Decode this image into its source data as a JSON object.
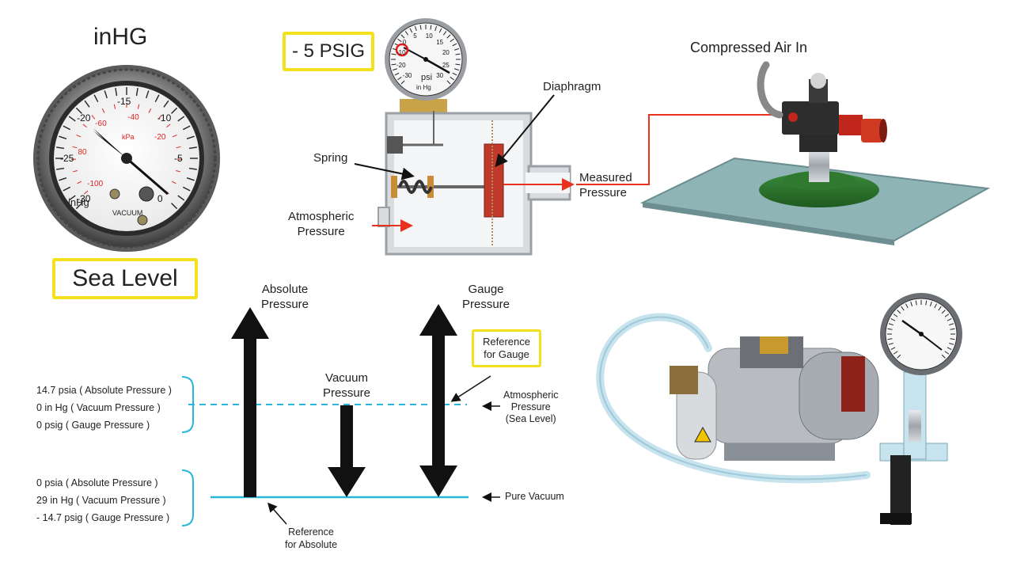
{
  "gauge_panel": {
    "unit_title": "inHG",
    "location_label": "Sea Level",
    "dial_scale": [
      "-30",
      "-25",
      "-20",
      "-15",
      "-10",
      "-5",
      "0"
    ],
    "dial_kpa_scale": [
      "-100",
      "80",
      "-60",
      "-40",
      "-20"
    ],
    "dial_kpa_label": "kPa",
    "dial_unit_label": "inHg",
    "dial_vacuum_label": "VACUUM"
  },
  "sensor_diagram": {
    "reading": "- 5 PSIG",
    "gauge_scale": [
      "-30",
      "-20",
      "-10",
      "0",
      "5",
      "10",
      "15",
      "20",
      "25",
      "30"
    ],
    "gauge_unit": "psi",
    "gauge_subunit": "in Hg",
    "spring_label": "Spring",
    "diaphragm_label": "Diaphragm",
    "atmospheric_label": [
      "Atmospheric",
      "Pressure"
    ],
    "measured_label": [
      "Measured",
      "Pressure"
    ]
  },
  "suction_cup": {
    "label": "Compressed Air In"
  },
  "pressure_chart": {
    "absolute_title": [
      "Absolute",
      "Pressure"
    ],
    "vacuum_title": [
      "Vacuum",
      "Pressure"
    ],
    "gauge_title": [
      "Gauge",
      "Pressure"
    ],
    "reference_gauge": [
      "Reference",
      "for Gauge"
    ],
    "reference_absolute": [
      "Reference",
      "for Absolute"
    ],
    "atmospheric_label": [
      "Atmospheric",
      "Pressure",
      "(Sea Level)"
    ],
    "pure_vacuum_label": "Pure Vacuum",
    "sea_level_values": [
      "14.7 psia ( Absolute Pressure )",
      "0 in Hg ( Vacuum Pressure )",
      "0 psig ( Gauge Pressure )"
    ],
    "vacuum_values": [
      "0 psia ( Absolute Pressure )",
      "29 in Hg ( Vacuum Pressure )",
      "- 14.7  psig ( Gauge Pressure )"
    ]
  },
  "colors": {
    "accent_yellow": "#f2e11c",
    "line_cyan": "#29b6d8",
    "arrow_red": "#e8321e",
    "pump_red": "#c8261b"
  }
}
